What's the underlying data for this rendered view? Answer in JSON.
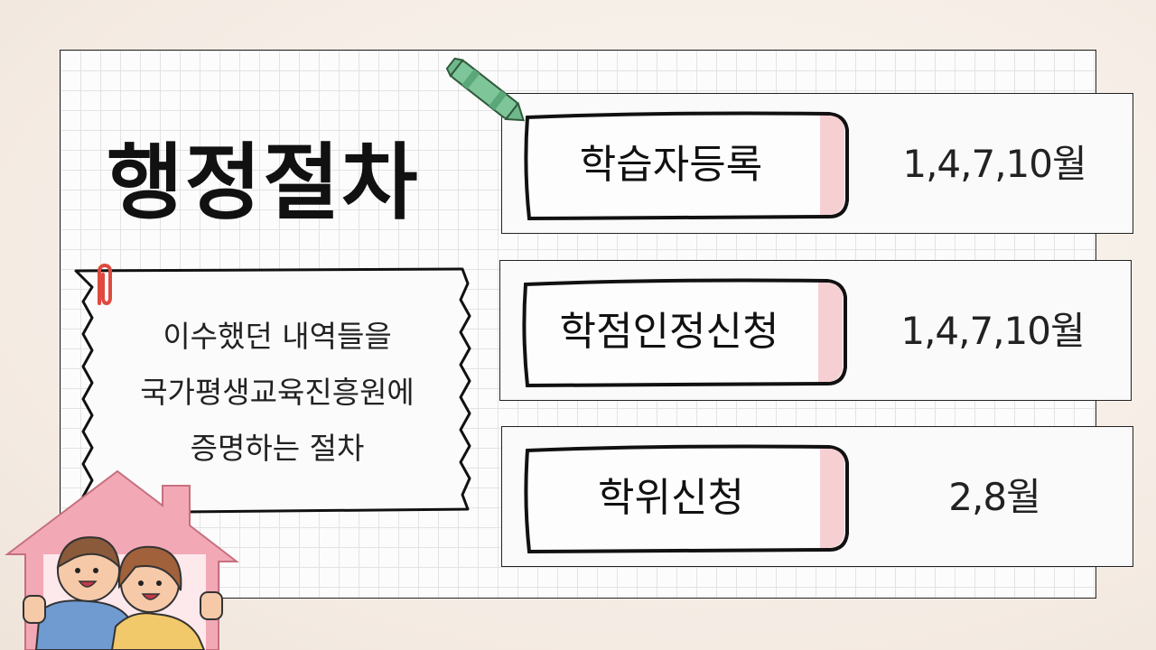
{
  "title": "행정절차",
  "description": {
    "lines": [
      "이수했던 내역들을",
      "국가평생교육진흥원에",
      "증명하는 절차"
    ]
  },
  "procedures": [
    {
      "label": "학습자등록",
      "period": "1,4,7,10월"
    },
    {
      "label": "학점인정신청",
      "period": "1,4,7,10월"
    },
    {
      "label": "학위신청",
      "period": "2,8월"
    }
  ],
  "colors": {
    "tag_accent": "#f6cfd3",
    "crayon": "#7fc59a",
    "house": "#f3a8b6",
    "clip": "#e0493f"
  },
  "icons": [
    "crayon-icon",
    "paperclip-icon",
    "house-illustration"
  ]
}
